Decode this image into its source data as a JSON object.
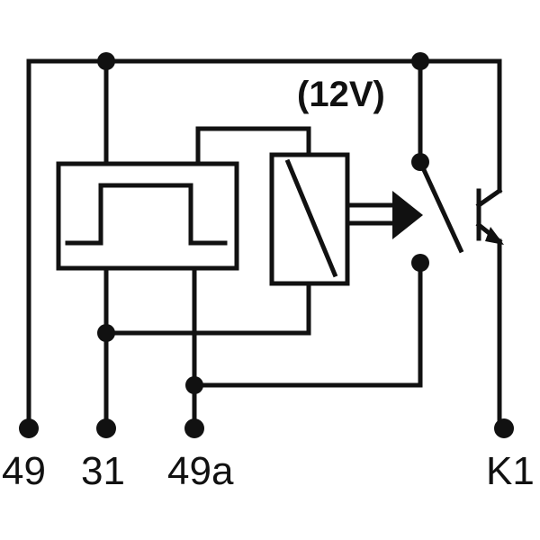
{
  "diagram": {
    "voltage_label": "(12V)",
    "terminals": {
      "t49": "49",
      "t31": "31",
      "t49a": "49a",
      "tK1": "K1"
    }
  },
  "colors": {
    "ink": "#111111",
    "background": "#ffffff"
  }
}
